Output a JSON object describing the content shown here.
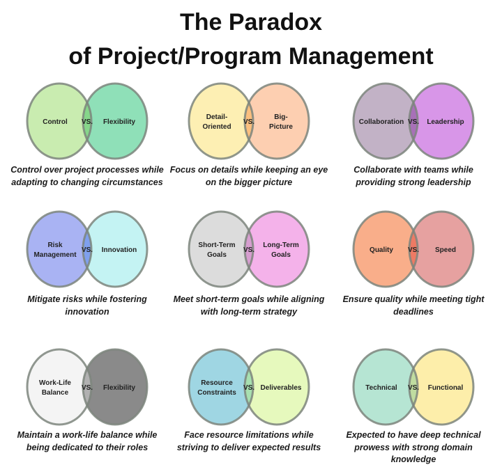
{
  "title_line1": "The Paradox",
  "title_line2": "of Project/Program Management",
  "vs_label": "VS.",
  "pairs": [
    {
      "left": [
        "Control"
      ],
      "right": [
        "Flexibility"
      ],
      "caption": "Control over project processes while adapting to changing circumstances",
      "colors": {
        "left": "#c9ecb0",
        "right": "#8fe0b8",
        "overlap": "#86d68a"
      }
    },
    {
      "left": [
        "Detail-",
        "Oriented"
      ],
      "right": [
        "Big-",
        "Picture"
      ],
      "caption": "Focus on details while keeping an eye on the bigger picture",
      "colors": {
        "left": "#fdefb3",
        "right": "#fdcfb1",
        "overlap": "#fbbf7e"
      }
    },
    {
      "left": [
        "Collaboration"
      ],
      "right": [
        "Leadership"
      ],
      "caption": "Collaborate with teams while providing strong leadership",
      "colors": {
        "left": "#c2b2c6",
        "right": "#d896e8",
        "overlap": "#a870b8"
      }
    },
    {
      "left": [
        "Risk",
        "Management"
      ],
      "right": [
        "Innovation"
      ],
      "caption": "Mitigate risks while fostering innovation",
      "colors": {
        "left": "#a9b3f3",
        "right": "#c4f3f3",
        "overlap": "#7fa0ee"
      }
    },
    {
      "left": [
        "Short-Term",
        "Goals"
      ],
      "right": [
        "Long-Term",
        "Goals"
      ],
      "caption": "Meet short-term goals while aligning with long-term strategy",
      "colors": {
        "left": "#dcdcdc",
        "right": "#f4b2ea",
        "overlap": "#d79ed0"
      }
    },
    {
      "left": [
        "Quality"
      ],
      "right": [
        "Speed"
      ],
      "caption": "Ensure quality while meeting tight deadlines",
      "colors": {
        "left": "#f9ae8a",
        "right": "#e6a1a0",
        "overlap": "#ee7a64"
      }
    },
    {
      "left": [
        "Work-Life",
        "Balance"
      ],
      "right": [
        "Flexibility"
      ],
      "caption": "Maintain a work-life balance while being dedicated to their roles",
      "colors": {
        "left": "#f4f4f4",
        "right": "#8a8a8a",
        "overlap": "#b1b1b1"
      }
    },
    {
      "left": [
        "Resource",
        "Constraints"
      ],
      "right": [
        "Deliverables"
      ],
      "caption": "Face resource limitations while striving to deliver expected results",
      "colors": {
        "left": "#9fd6e3",
        "right": "#e6f9bd",
        "overlap": "#a8e0b0"
      }
    },
    {
      "left": [
        "Technical"
      ],
      "right": [
        "Functional"
      ],
      "caption": "Expected to have deep technical prowess with strong domain knowledge",
      "colors": {
        "left": "#b6e5d3",
        "right": "#fdeeaa",
        "overlap": "#c0dca0"
      }
    }
  ]
}
